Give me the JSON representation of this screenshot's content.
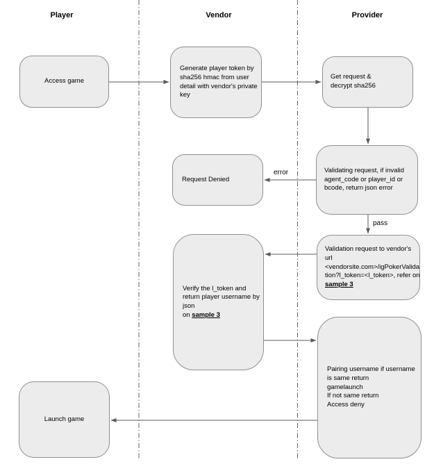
{
  "diagram": {
    "type": "swimlane-flowchart",
    "lanes": [
      {
        "label": "Player"
      },
      {
        "label": "Vendor"
      },
      {
        "label": "Provider"
      }
    ],
    "nodes": {
      "access_game": {
        "text": "Access game"
      },
      "generate_token": {
        "text": "Generate player token by\nsha256 hmac from user\ndetail with vendor's private\nkey"
      },
      "get_request": {
        "text": "Get request &\ndecrypt sha256"
      },
      "request_denied": {
        "text": "Request Denied"
      },
      "validating": {
        "text": "Validating request, if invalid\nagent_code or player_id or\nbcode, return json error"
      },
      "validation_request": {
        "text_before": "Validation request to vendor's\nurl\n<vendorsite.com>/igPokerValida\ntion?l_token=<l_token>, refer on\n",
        "link": "sample 3"
      },
      "verify_token": {
        "text_before": "Verify the l_token and\nreturn player username by\njson\non ",
        "link": "sample 3"
      },
      "pairing": {
        "text": "Pairing username if username\nis same return\ngamelaunch\nIf not same return\nAccess deny"
      },
      "launch_game": {
        "text": "Launch game"
      }
    },
    "edge_labels": {
      "error": "error",
      "pass": "pass"
    },
    "colors": {
      "background": "#ffffff",
      "node_fill": "#ececec",
      "node_border": "#8f8f8f",
      "line": "#5a5a5a",
      "text": "#000000"
    }
  }
}
